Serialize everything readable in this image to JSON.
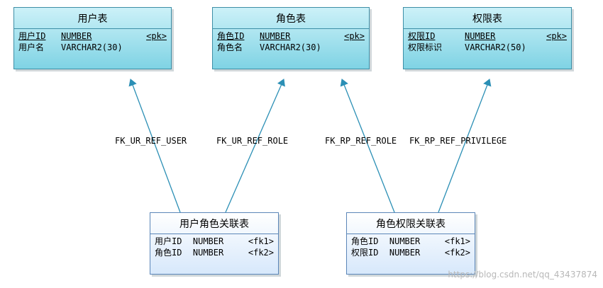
{
  "entities": {
    "user": {
      "title": "用户表",
      "attrs": [
        {
          "name": "用户ID",
          "type": "NUMBER",
          "key": "<pk>"
        },
        {
          "name": "用户名",
          "type": "VARCHAR2(30)",
          "key": ""
        }
      ]
    },
    "role": {
      "title": "角色表",
      "attrs": [
        {
          "name": "角色ID",
          "type": "NUMBER",
          "key": "<pk>"
        },
        {
          "name": "角色名",
          "type": "VARCHAR2(30)",
          "key": ""
        }
      ]
    },
    "privilege": {
      "title": "权限表",
      "attrs": [
        {
          "name": "权限ID",
          "type": "NUMBER",
          "key": "<pk>"
        },
        {
          "name": "权限标识",
          "type": "VARCHAR2(50)",
          "key": ""
        }
      ]
    },
    "user_role": {
      "title": "用户角色关联表",
      "attrs": [
        {
          "name": "用户ID",
          "type": "NUMBER",
          "key": "<fk1>"
        },
        {
          "name": "角色ID",
          "type": "NUMBER",
          "key": "<fk2>"
        }
      ]
    },
    "role_privilege": {
      "title": "角色权限关联表",
      "attrs": [
        {
          "name": "角色ID",
          "type": "NUMBER",
          "key": "<fk1>"
        },
        {
          "name": "权限ID",
          "type": "NUMBER",
          "key": "<fk2>"
        }
      ]
    }
  },
  "relations": [
    {
      "label": "FK_UR_REF_USER",
      "from": "user_role",
      "to": "user"
    },
    {
      "label": "FK_UR_REF_ROLE",
      "from": "user_role",
      "to": "role"
    },
    {
      "label": "FK_RP_REF_ROLE",
      "from": "role_privilege",
      "to": "role"
    },
    {
      "label": "FK_RP_REF_PRIVILEGE",
      "from": "role_privilege",
      "to": "privilege"
    }
  ],
  "watermark": "https://blog.csdn.net/qq_43437874",
  "colors": {
    "connector": "#2b8fb5",
    "parent_fill": "#7fd3e4",
    "child_fill": "#d7e8fb"
  }
}
